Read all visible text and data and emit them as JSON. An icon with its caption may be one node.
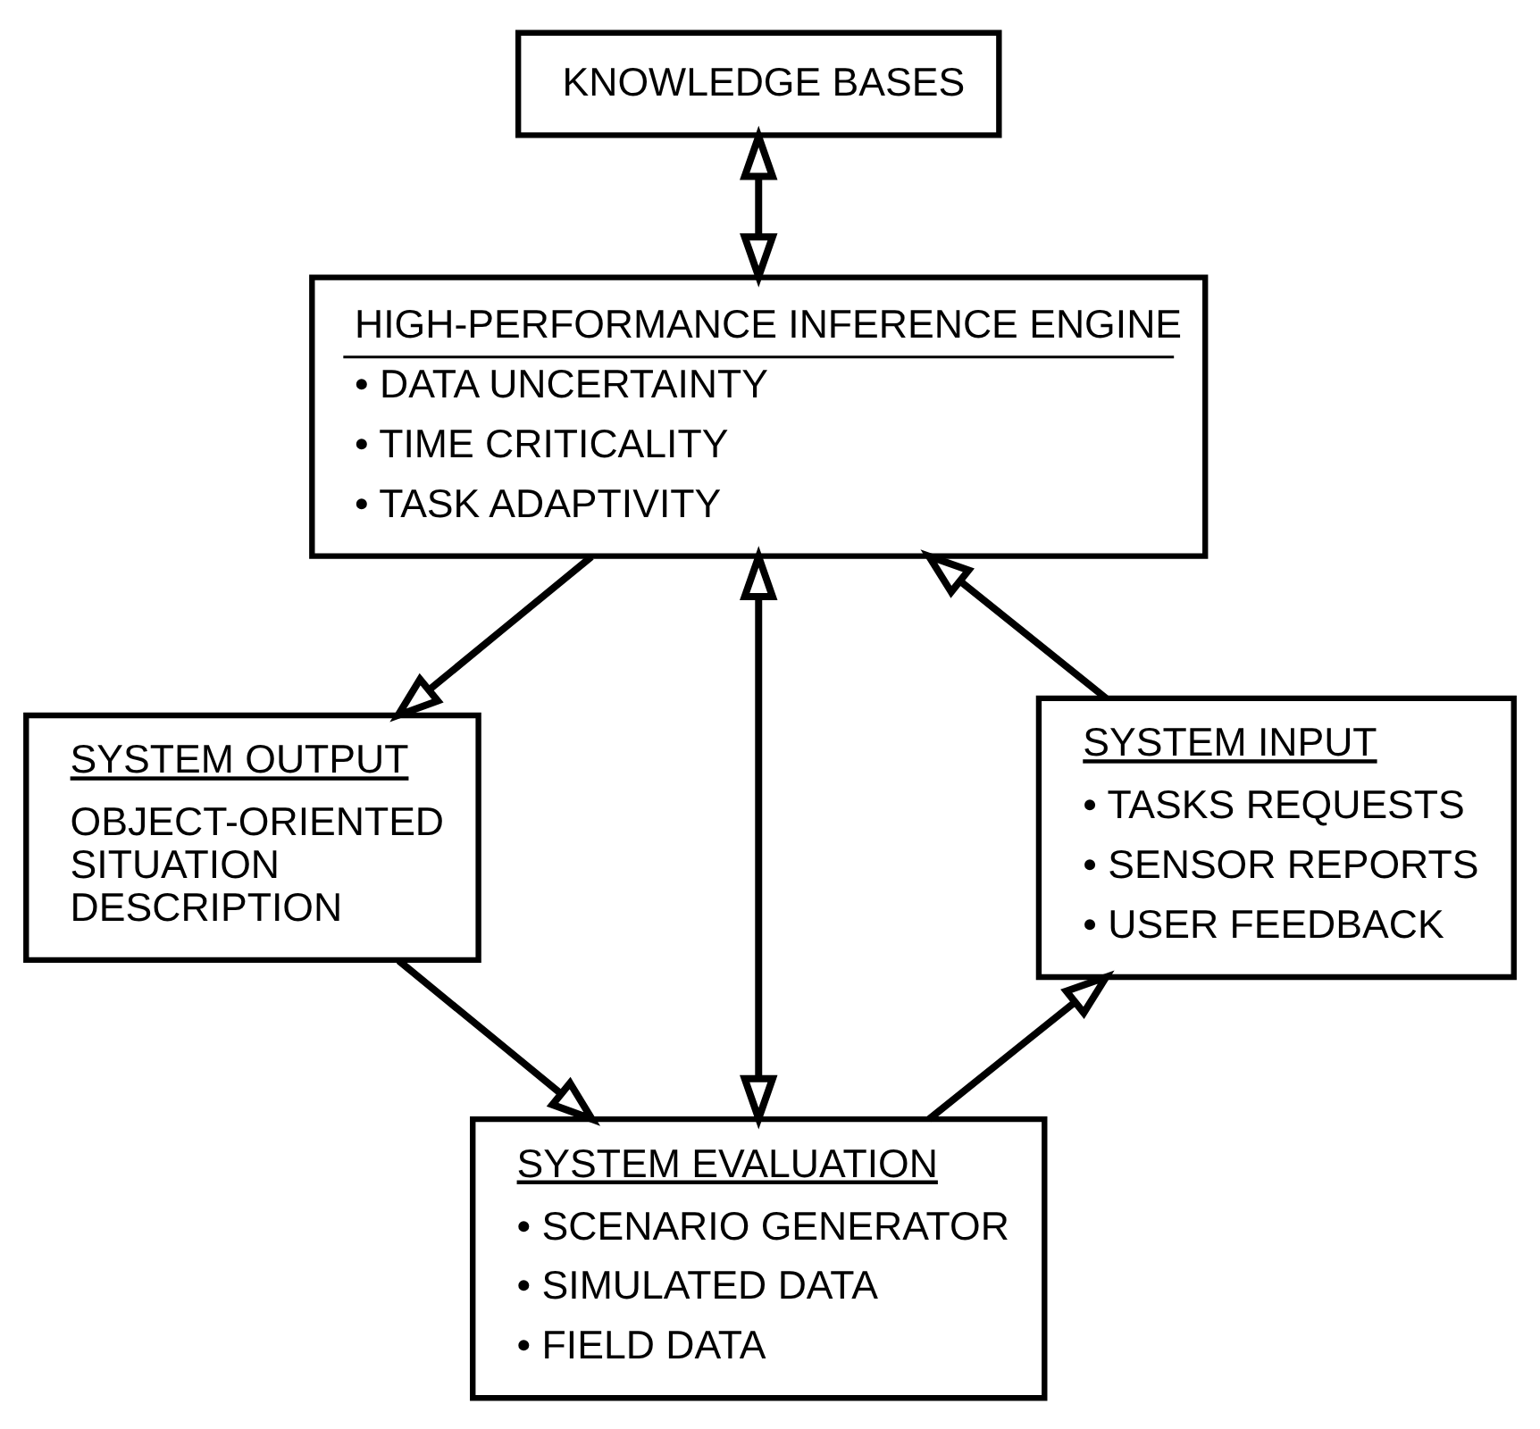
{
  "diagram": {
    "nodes": [
      {
        "text": [
          "KNOWLEDGE BASES"
        ]
      },
      {
        "text": [
          "HIGH-PERFORMANCE INFERENCE ENGINE",
          "• DATA UNCERTAINTY",
          "• TIME CRITICALITY",
          "• TASK ADAPTIVITY"
        ]
      },
      {
        "text": [
          "SYSTEM OUTPUT",
          "OBJECT-ORIENTED SITUATION DESCRIPTION"
        ]
      },
      {
        "text": [
          "SYSTEM INPUT",
          "• TASKS REQUESTS",
          "• SENSOR REPORTS",
          "• USER FEEDBACK"
        ]
      },
      {
        "text": [
          "SYSTEM EVALUATION",
          "• SCENARIO GENERATOR",
          "• SIMULATED DATA",
          "• FIELD DATA"
        ]
      }
    ],
    "edges": [
      {
        "from": 0,
        "to": 1,
        "arrow": "both"
      },
      {
        "from": 1,
        "to": 2,
        "arrow": "to"
      },
      {
        "from": 2,
        "to": 4,
        "arrow": "to"
      },
      {
        "from": 4,
        "to": 3,
        "arrow": "to"
      },
      {
        "from": 3,
        "to": 1,
        "arrow": "to"
      },
      {
        "from": 1,
        "to": 4,
        "arrow": "both"
      }
    ]
  }
}
